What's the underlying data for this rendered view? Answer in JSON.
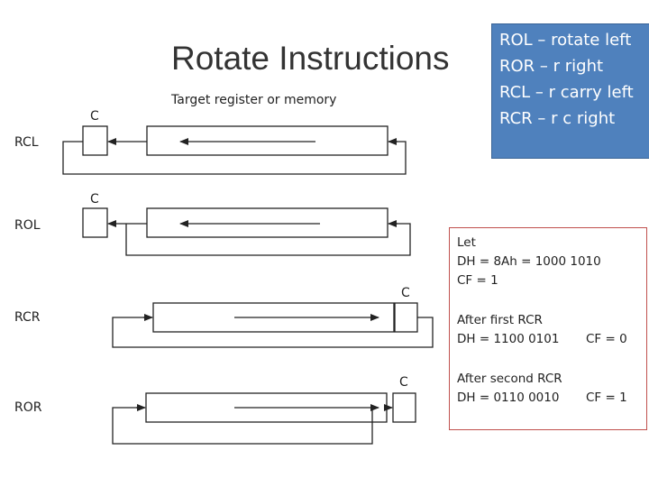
{
  "slide": {
    "title": "Rotate Instructions"
  },
  "diagram": {
    "target_label": "Target register or memory",
    "carry_label": "C",
    "rows": [
      {
        "label": "RCL"
      },
      {
        "label": "ROL"
      },
      {
        "label": "RCR"
      },
      {
        "label": "ROR"
      }
    ]
  },
  "summary_box": {
    "lines": [
      "ROL – rotate left",
      "ROR – r right",
      "RCL – r carry left",
      "RCR – r c right"
    ],
    "fill_color": "#4f81bd",
    "text_color": "#ffffff"
  },
  "example_box": {
    "let_label": "Let",
    "dh_init": "DH = 8Ah = 1000  1010",
    "cf_init": "CF = 1",
    "first_title": "After first RCR",
    "first_dh": "DH = 1100  0101",
    "first_cf": "CF = 0",
    "second_title": "After second RCR",
    "second_dh": "DH = 0110  0010",
    "second_cf": "CF = 1",
    "border_color": "#c0504d"
  }
}
